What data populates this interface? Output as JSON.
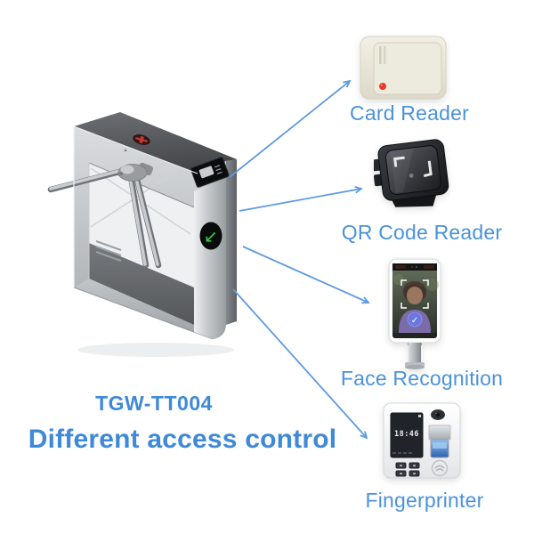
{
  "colors": {
    "label_blue": "#4b92da",
    "title_blue": "#3e89d8",
    "arrow_blue": "#5f9be0",
    "indicator_green": "#37d348",
    "indicator_red": "#bf3a2e",
    "fingerprint_blue": "#2d62b0"
  },
  "product": {
    "model": "TGW-TT004",
    "tagline": "Different access control"
  },
  "devices": {
    "card_reader": {
      "label": "Card Reader"
    },
    "qr_code_reader": {
      "label": "QR Code Reader"
    },
    "face_recognition": {
      "label": "Face Recognition"
    },
    "fingerprinter": {
      "label": "Fingerprinter",
      "screen_time": "18:46"
    }
  },
  "icons": {
    "green_entry_arrow": "↙",
    "check_mark": "✓"
  }
}
